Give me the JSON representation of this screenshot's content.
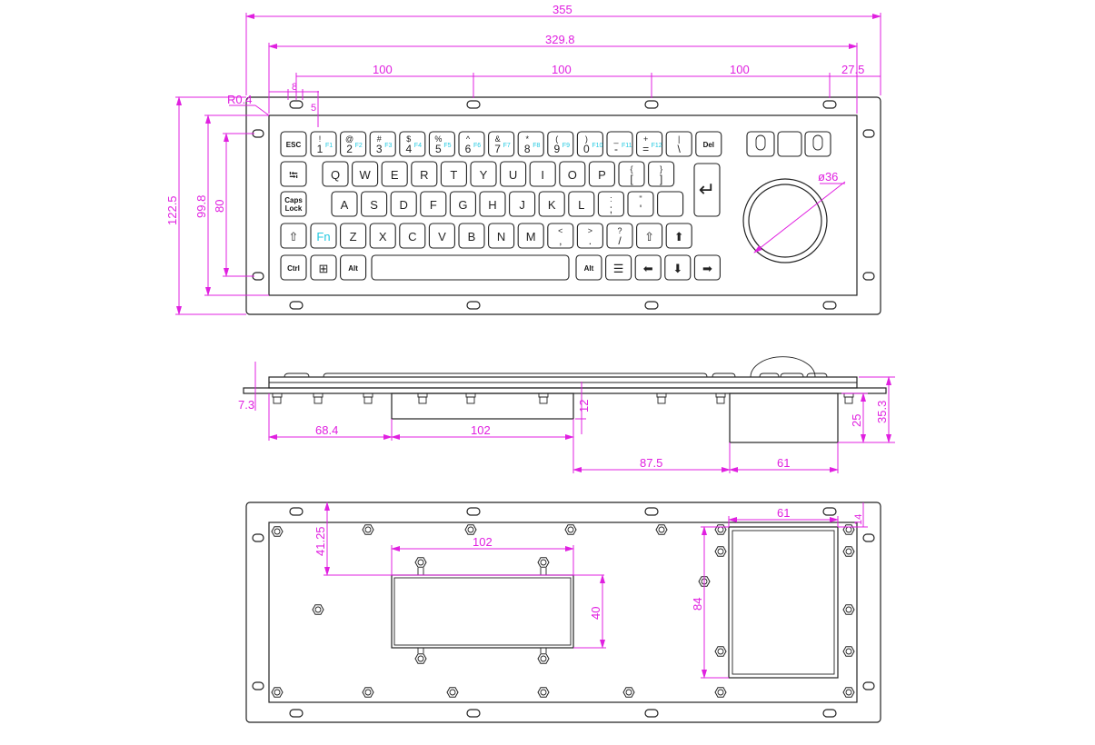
{
  "dimensions": {
    "overall_width": "355",
    "panel_width": "329.8",
    "slot_pitch_1": "100",
    "slot_pitch_2": "100",
    "slot_pitch_3": "100",
    "right_offset": "27.5",
    "slot_width": "8",
    "slot_height": "5",
    "corner_radius": "R0.4",
    "overall_height": "122.5",
    "panel_height": "99.8",
    "slot_vertical_pitch": "80",
    "trackball_diameter": "ø36",
    "side_plate_thickness": "7.3",
    "side_offset": "68.4",
    "side_pcb_width": "102",
    "side_pcb_height": "12",
    "side_gap": "87.5",
    "side_tb_width": "61",
    "side_tb_depth": "25",
    "side_total_depth": "35.3",
    "rear_pcb_offset": "41.25",
    "rear_pcb_width": "102",
    "rear_pcb_height": "40",
    "rear_tb_width": "61",
    "rear_tb_height": "84",
    "rear_tb_offset": "14"
  },
  "keyboard": {
    "rows": [
      [
        {
          "m": "ESC",
          "b": 1
        },
        {
          "t": "!",
          "m": "1",
          "f": "F1"
        },
        {
          "t": "@",
          "m": "2",
          "f": "F2"
        },
        {
          "t": "#",
          "m": "3",
          "f": "F3"
        },
        {
          "t": "$",
          "m": "4",
          "f": "F4"
        },
        {
          "t": "%",
          "m": "5",
          "f": "F5"
        },
        {
          "t": "^",
          "m": "6",
          "f": "F6"
        },
        {
          "t": "&",
          "m": "7",
          "f": "F7"
        },
        {
          "t": "*",
          "m": "8",
          "f": "F8"
        },
        {
          "t": "(",
          "m": "9",
          "f": "F9"
        },
        {
          "t": ")",
          "m": "0",
          "f": "F10"
        },
        {
          "t": "_",
          "m": "-",
          "f": "F11"
        },
        {
          "t": "+",
          "m": "=",
          "f": "F12"
        },
        {
          "t": "|",
          "m": "\\"
        },
        {
          "m": "Del",
          "b": 1
        }
      ],
      [
        {
          "m": "⭾"
        },
        {
          "m": "Q"
        },
        {
          "m": "W"
        },
        {
          "m": "E"
        },
        {
          "m": "R"
        },
        {
          "m": "T"
        },
        {
          "m": "Y"
        },
        {
          "m": "U"
        },
        {
          "m": "I"
        },
        {
          "m": "O"
        },
        {
          "m": "P"
        },
        {
          "t": "{",
          "m": "["
        },
        {
          "t": "}",
          "m": "]"
        }
      ],
      [
        {
          "m": "Caps Lock",
          "b": 1
        },
        {
          "m": "A"
        },
        {
          "m": "S"
        },
        {
          "m": "D"
        },
        {
          "m": "F"
        },
        {
          "m": "G"
        },
        {
          "m": "H"
        },
        {
          "m": "J"
        },
        {
          "m": "K"
        },
        {
          "m": "L"
        },
        {
          "t": ":",
          "m": ";"
        },
        {
          "t": "\"",
          "m": "'"
        },
        {
          "m": ""
        }
      ],
      [
        {
          "m": "⇧"
        },
        {
          "m": "Fn",
          "c": 1
        },
        {
          "m": "Z"
        },
        {
          "m": "X"
        },
        {
          "m": "C"
        },
        {
          "m": "V"
        },
        {
          "m": "B"
        },
        {
          "m": "N"
        },
        {
          "m": "M"
        },
        {
          "t": "<",
          "m": ","
        },
        {
          "t": ">",
          "m": "."
        },
        {
          "t": "?",
          "m": "/"
        },
        {
          "m": "⇧"
        },
        {
          "m": "⬆"
        }
      ],
      [
        {
          "m": "Ctrl",
          "b": 1
        },
        {
          "m": "⊞"
        },
        {
          "m": "Alt",
          "b": 1
        },
        {
          "m": "",
          "w": "space"
        },
        {
          "m": "Alt",
          "b": 1
        },
        {
          "m": "☰"
        },
        {
          "m": "⬅"
        },
        {
          "m": "⬇"
        },
        {
          "m": "➡"
        }
      ]
    ],
    "enter_label": "↵"
  },
  "colors": {
    "dimension": "#e020e0",
    "fn_label": "#22c8e0"
  }
}
